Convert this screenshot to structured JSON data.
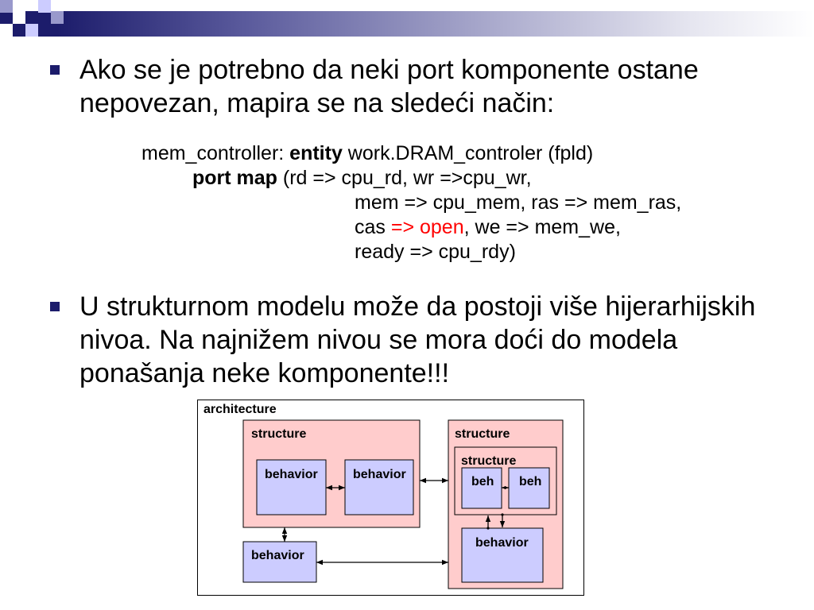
{
  "colors": {
    "title_bar": "#1c1c6b",
    "bullet": "#1c1c6b",
    "accent_square": "#9999cc",
    "accent_square_light": "#ccccff",
    "code_highlight": "#ff0000",
    "structure_fill": "#ffcccc",
    "behavior_fill": "#ccccff"
  },
  "icons": {
    "bullet": "square-bullet-icon",
    "connector": "double-arrow-icon"
  },
  "bullets": [
    {
      "lines": [
        "Ako se je potrebno da neki port komponente ostane",
        "nepovezan, mapira se na sledeći način:"
      ]
    },
    {
      "lines": [
        "U strukturnom modelu može da postoji više hijerarhijskih",
        "nivoa. Na najnižem nivou se mora doći do modela",
        "ponašanja neke komponente!!!"
      ]
    }
  ],
  "code": {
    "line1": {
      "prefix": "mem_controller: ",
      "keyword": "entity",
      "suffix": " work.DRAM_controler (fpld)"
    },
    "line2": {
      "keyword": "port map",
      "suffix": " (rd => cpu_rd, wr =>cpu_wr,"
    },
    "line3": "mem => cpu_mem, ras => mem_ras,",
    "line4": {
      "prefix": "cas ",
      "highlight": "=> open",
      "suffix": ", we => mem_we,"
    },
    "line5": "ready => cpu_rdy)"
  },
  "diagram": {
    "architecture_label": "architecture",
    "left_structure": {
      "label": "structure",
      "behaviors": [
        "behavior",
        "behavior"
      ]
    },
    "right_structure": {
      "label": "structure",
      "inner_structure": {
        "label": "structure",
        "behaviors": [
          "beh",
          "beh"
        ]
      },
      "behavior": "behavior"
    },
    "standalone_behavior": "behavior"
  }
}
